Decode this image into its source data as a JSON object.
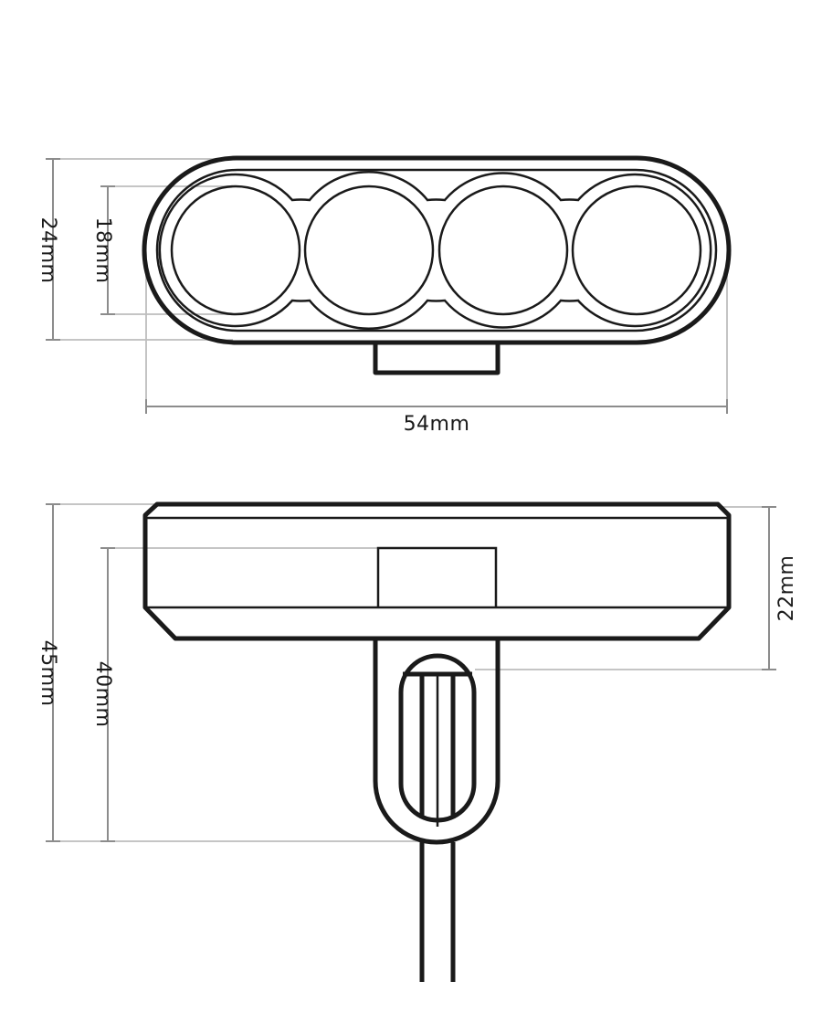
{
  "front_view": {
    "height_outer_label": "24mm",
    "lens_diameter_label": "18mm",
    "width_label": "54mm"
  },
  "side_view": {
    "total_height_label": "45mm",
    "bracket_height_label": "40mm",
    "housing_depth_label": "22mm"
  },
  "colors": {
    "outline": "#1a1a1a",
    "dimension_line": "#8c8c8c",
    "extension_line": "#bdbdbd"
  }
}
